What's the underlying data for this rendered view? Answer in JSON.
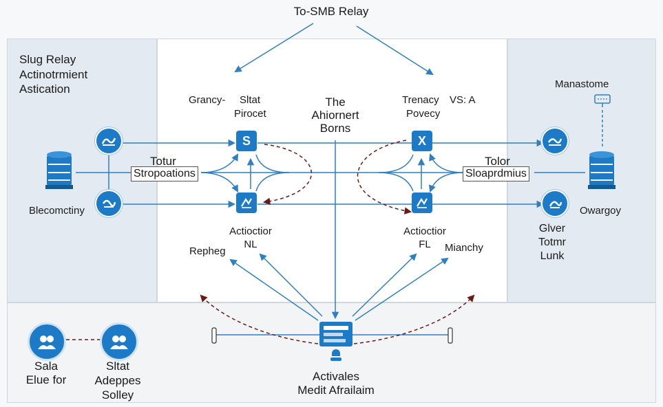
{
  "title": "To-SMB Relay",
  "left_panel": {
    "title_lines": [
      "Slug Relay",
      "Actinotrmient",
      "Astication"
    ],
    "db_label": "Blecomctiny",
    "box_top": "Totur",
    "box_label": "Stropoations"
  },
  "right_panel": {
    "top_label": "Manastome",
    "db_label": "Owargoy",
    "box_top": "Tolor",
    "box_label": "Sloaprdmius",
    "bottom_lines": [
      "Glver",
      "Totmr",
      "Lunk"
    ]
  },
  "center": {
    "left_header": [
      "Grancy-",
      "Sltat",
      "Pirocet"
    ],
    "mid_header": [
      "The",
      "Ahiornert",
      "Borns"
    ],
    "right_header": [
      "Trenacy",
      "VS: A",
      "Povecy"
    ],
    "node_tl": "S",
    "node_tr": "X",
    "left_action": [
      "Actioctior",
      "NL"
    ],
    "right_action": [
      "Actioctior",
      "FL"
    ],
    "repheg": "Repheg",
    "mianchy": "Mianchy"
  },
  "bottom": {
    "left_person": [
      "Sala",
      "Elue for"
    ],
    "right_person": [
      "Sltat",
      "Adeppes",
      "Solley"
    ],
    "hub_label": [
      "Activales",
      "Medit Afrailaim"
    ]
  },
  "colors": {
    "accent": "#1d7ac6",
    "arrow": "#2f7fc1",
    "dashed": "#6b1a14"
  }
}
